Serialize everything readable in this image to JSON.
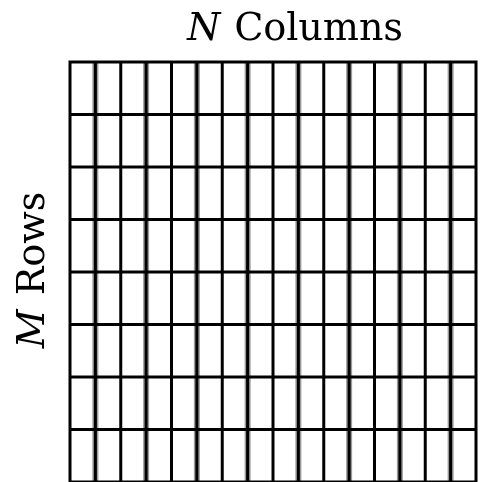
{
  "title": {
    "columns_var": "N",
    "columns_word": "Columns"
  },
  "side_label": {
    "rows_var": "M",
    "rows_word": "Rows"
  },
  "grid": {
    "rows": 8,
    "columns": 16,
    "gray_stripes": 8
  },
  "colors": {
    "grid_line": "#000000",
    "stripe": "#999999",
    "background": "#ffffff"
  }
}
